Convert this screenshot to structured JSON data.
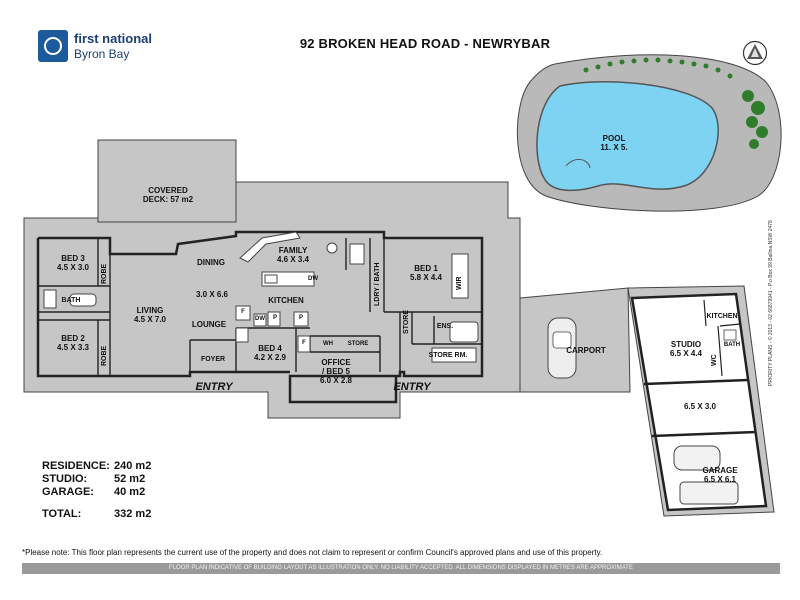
{
  "brand": {
    "line1": "first national",
    "line2": "Byron Bay"
  },
  "title": "92 BROKEN HEAD ROAD - NEWRYBAR",
  "rooms": {
    "pool": {
      "name": "POOL",
      "size": "11. X 5."
    },
    "covered_deck": {
      "name": "COVERED",
      "size": "DECK: 57 m2"
    },
    "family": {
      "name": "FAMILY",
      "size": "4.6 X 3.4"
    },
    "dining": {
      "name": "DINING"
    },
    "dining_size": "3.0 X 6.6",
    "kitchen": {
      "name": "KITCHEN"
    },
    "lounge": {
      "name": "LOUNGE"
    },
    "living": {
      "name": "LIVING",
      "size": "4.5 X 7.0"
    },
    "bed3": {
      "name": "BED 3",
      "size": "4.5 X 3.0"
    },
    "bed2": {
      "name": "BED 2",
      "size": "4.5 X 3.3"
    },
    "bath_left": "BATH",
    "robe_top": "ROBE",
    "robe_bottom": "ROBE",
    "bed1": {
      "name": "BED 1",
      "size": "5.8 X 4.4"
    },
    "wir": "WIR",
    "ldry_bath": "LDRY / BATH",
    "bed4": {
      "name": "BED 4",
      "size": "4.2 X 2.9"
    },
    "foyer": "FOYER",
    "office": {
      "name": "OFFICE",
      "name2": "/ BED 5",
      "size": "6.0 X 2.8"
    },
    "store": "STORE",
    "store_vertical": "STORE",
    "store_rm": "STORE RM.",
    "ens": "ENS.",
    "wh": "WH",
    "f1": "F",
    "f2": "F",
    "dw1": "DW",
    "dw2": "DW",
    "p1": "P",
    "p2": "P",
    "carport": "CARPORT",
    "studio": {
      "name": "STUDIO",
      "size": "6.5 X 4.4"
    },
    "studio_kitchen": "KITCHEN",
    "studio_bath": "BATH",
    "studio_wc": "WC",
    "studio_mid": "6.5 X 3.0",
    "garage": {
      "name": "GARAGE",
      "size": "6.5 X 6.1"
    },
    "entry_left": "ENTRY",
    "entry_right": "ENTRY"
  },
  "summary": {
    "residence": {
      "label": "RESIDENCE:",
      "value": "240 m2"
    },
    "studio": {
      "label": "STUDIO:",
      "value": "52 m2"
    },
    "garage": {
      "label": "GARAGE:",
      "value": "40 m2"
    },
    "total": {
      "label": "TOTAL:",
      "value": "332 m2"
    }
  },
  "note": "*Please note: This floor plan represents the current use of the property and does not claim to represent or confirm Council's approved plans and use of this property.",
  "footer": "FLOOR PLAN INDICATIVE OF BUILDING LAYOUT AS ILLUSTRATION ONLY. NO LIABILITY ACCEPTED. ALL DIMENSIONS DISPLAYED IN METRES ARE APPROXIMATE",
  "credit": "PRIORITY PLANS - © 2013 - 02 66879941 - P.o Box 99 Ballina NSW 2478",
  "colors": {
    "deck": "#c6c6c6",
    "pool_water": "#7fd3f2",
    "pool_surround": "#b9b9b9",
    "walls": "#222222",
    "brand_blue": "#1c3f74"
  }
}
